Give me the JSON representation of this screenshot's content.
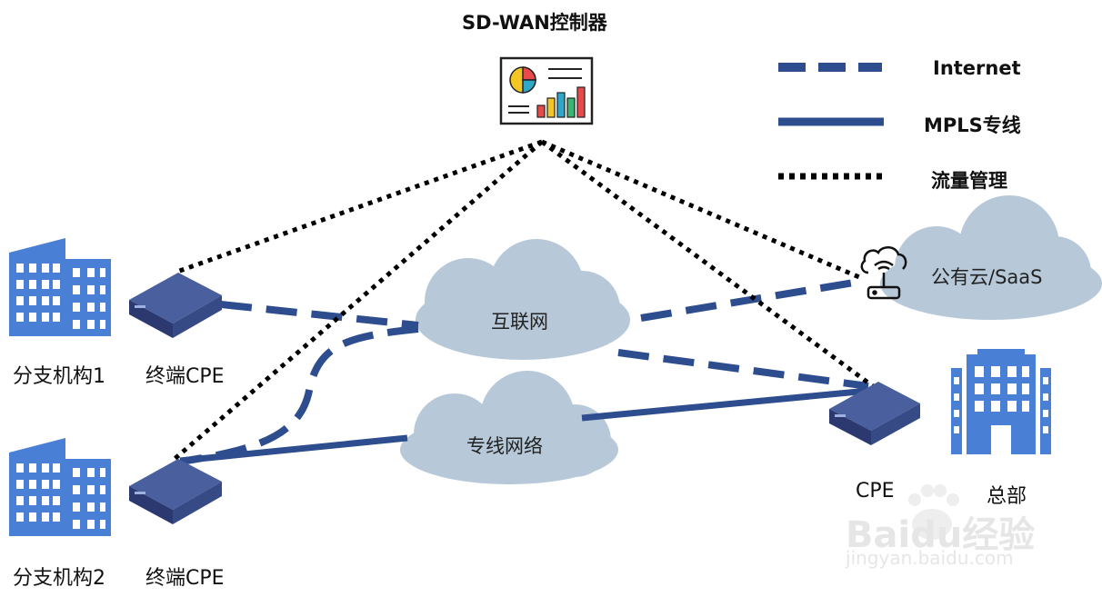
{
  "title": "SD-WAN控制器",
  "legend": [
    {
      "label": "Internet",
      "style": "dashed",
      "color": "#2e4d8f"
    },
    {
      "label": "MPLS专线",
      "style": "solid",
      "color": "#2e4d8f"
    },
    {
      "label": "流量管理",
      "style": "dotted",
      "color": "#000000"
    }
  ],
  "nodes": {
    "branch1": {
      "label": "分支机构1",
      "device": "终端CPE"
    },
    "branch2": {
      "label": "分支机构2",
      "device": "终端CPE"
    },
    "hq": {
      "label": "总部",
      "device": "CPE"
    }
  },
  "clouds": {
    "internet": "互联网",
    "mpls": "专线网络",
    "public_cloud": "公有云/SaaS"
  },
  "colors": {
    "line": "#2e4d8f",
    "cloud": "#b7c9d9",
    "building": "#4a7fd6",
    "device": "#2f3f78"
  },
  "watermark": {
    "text": "Baidu经验",
    "url": "jingyan.baidu.com"
  }
}
